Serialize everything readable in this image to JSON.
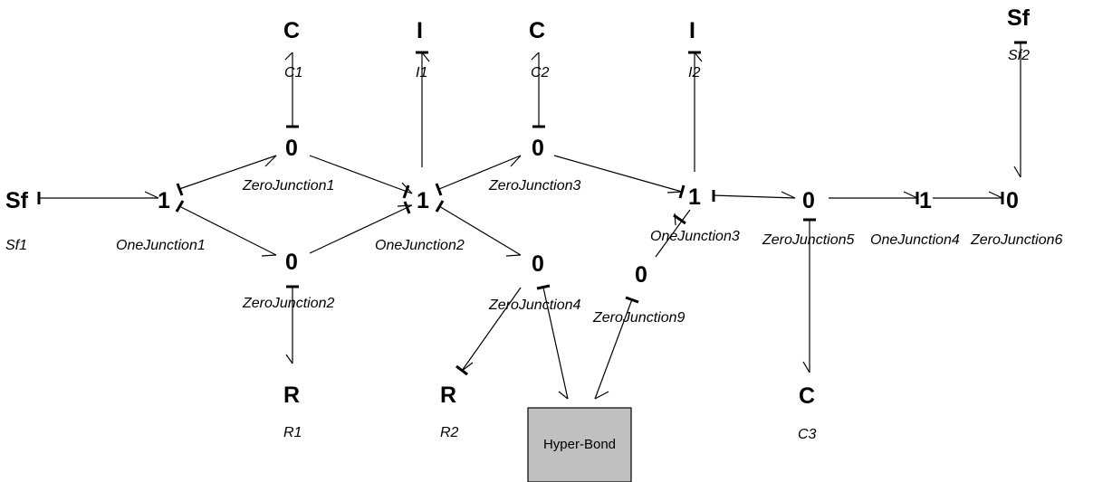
{
  "nodes": {
    "sf1": {
      "type": "Sf",
      "name": "Sf1"
    },
    "sf2": {
      "type": "Sf",
      "name": "Sf2"
    },
    "c1": {
      "type": "C",
      "name": "C1"
    },
    "i1": {
      "type": "I",
      "name": "I1"
    },
    "c2": {
      "type": "C",
      "name": "C2"
    },
    "i2": {
      "type": "I",
      "name": "I2"
    },
    "c3": {
      "type": "C",
      "name": "C3"
    },
    "r1": {
      "type": "R",
      "name": "R1"
    },
    "r2": {
      "type": "R",
      "name": "R2"
    },
    "one1": {
      "type": "1",
      "name": "OneJunction1"
    },
    "one2": {
      "type": "1",
      "name": "OneJunction2"
    },
    "one3": {
      "type": "1",
      "name": "OneJunction3"
    },
    "one4": {
      "type": "1",
      "name": "OneJunction4"
    },
    "zero1": {
      "type": "0",
      "name": "ZeroJunction1"
    },
    "zero2": {
      "type": "0",
      "name": "ZeroJunction2"
    },
    "zero3": {
      "type": "0",
      "name": "ZeroJunction3"
    },
    "zero4": {
      "type": "0",
      "name": "ZeroJunction4"
    },
    "zero5": {
      "type": "0",
      "name": "ZeroJunction5"
    },
    "zero6": {
      "type": "0",
      "name": "ZeroJunction6"
    },
    "zero9": {
      "type": "0",
      "name": "ZeroJunction9"
    }
  },
  "hyper_bond": {
    "label": "Hyper-Bond"
  }
}
